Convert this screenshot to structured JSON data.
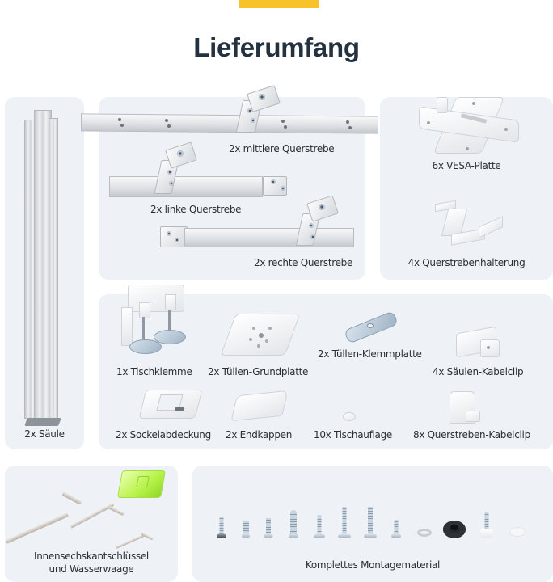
{
  "header": {
    "title": "Lieferumfang",
    "accent_color": "#f8c32a",
    "title_color": "#233140"
  },
  "panel_background": "#eef2f6",
  "panels": {
    "column": {
      "label": "2x Säule",
      "icon": "aluminium-column-icon"
    },
    "crossbars": {
      "items": [
        {
          "label": "2x mittlere Querstrebe",
          "icon": "middle-crossbar-icon"
        },
        {
          "label": "2x linke Querstrebe",
          "icon": "left-crossbar-icon"
        },
        {
          "label": "2x rechte Querstrebe",
          "icon": "right-crossbar-icon"
        }
      ]
    },
    "plates": {
      "items": [
        {
          "label": "6x VESA-Platte",
          "icon": "vesa-plate-icon"
        },
        {
          "label": "4x Querstrebenhalterung",
          "icon": "crossbar-holder-icon"
        }
      ]
    },
    "accessories": {
      "items": [
        {
          "label": "1x Tischklemme",
          "icon": "desk-clamp-icon"
        },
        {
          "label": "2x Tüllen-Grundplatte",
          "icon": "grommet-base-plate-icon"
        },
        {
          "label": "2x Tüllen-Klemmplatte",
          "icon": "grommet-clamp-plate-icon"
        },
        {
          "label": "4x Säulen-Kabelclip",
          "icon": "column-cable-clip-icon"
        },
        {
          "label": "2x Sockelabdeckung",
          "icon": "base-cover-icon"
        },
        {
          "label": "2x Endkappen",
          "icon": "end-cap-icon"
        },
        {
          "label": "10x Tischauflage",
          "icon": "desk-pad-icon"
        },
        {
          "label": "8x Querstreben-Kabelclip",
          "icon": "crossbar-cable-clip-icon"
        }
      ]
    },
    "tools": {
      "label_line1": "Innensechskantschlüssel",
      "label_line2": "und Wasserwaage",
      "icons": [
        "hex-key-icon",
        "spirit-level-icon"
      ]
    },
    "hardware": {
      "label": "Komplettes Montagematerial",
      "icon": "screw-set-icon"
    }
  }
}
